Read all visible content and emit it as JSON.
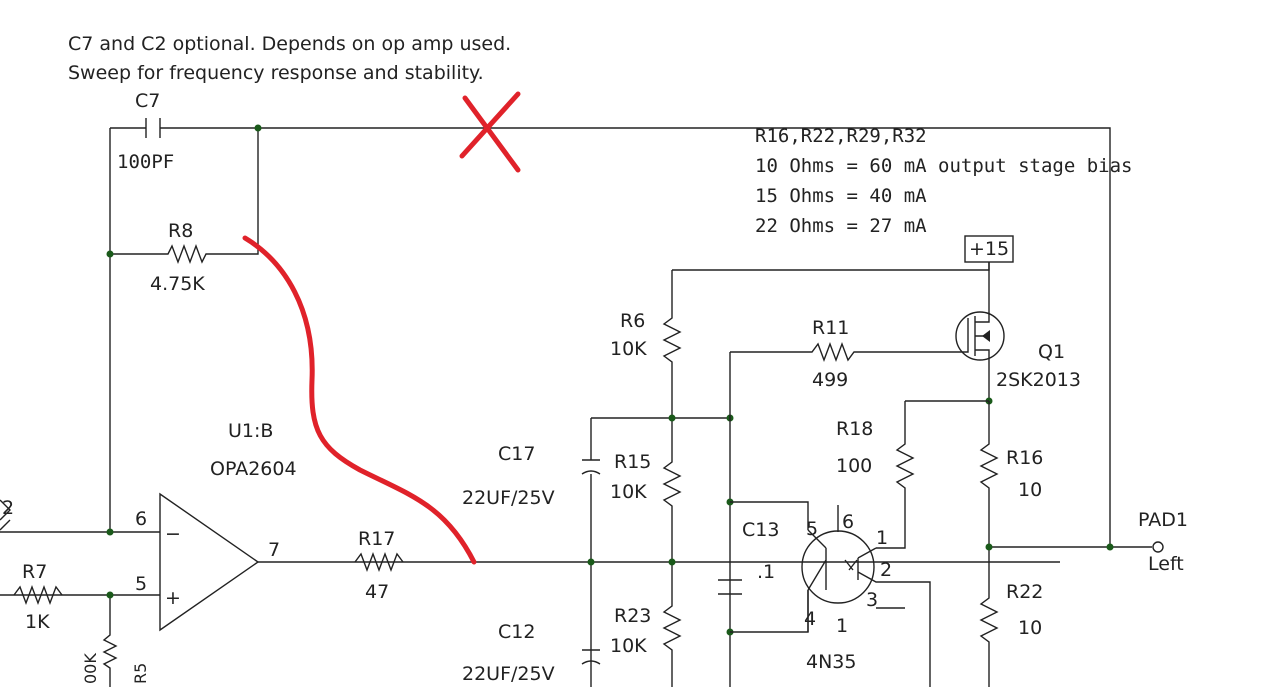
{
  "note": {
    "line1": "C7 and C2 optional. Depends on op amp used.",
    "line2": "Sweep for frequency response and stability."
  },
  "bias_note": {
    "title": "R16,R22,R29,R32",
    "line1": "10 Ohms = 60 mA output stage bias",
    "line2": "15 Ohms = 40 mA",
    "line3": "22 Ohms = 27 mA"
  },
  "supply": "+15",
  "components": {
    "c7": {
      "ref": "C7",
      "value": "100PF"
    },
    "r8": {
      "ref": "R8",
      "value": "4.75K"
    },
    "u1": {
      "ref": "U1:B",
      "value": "OPA2604",
      "pin_inv": "6",
      "pin_noninv": "5",
      "pin_out": "7",
      "minus": "−",
      "plus": "+"
    },
    "r17": {
      "ref": "R17",
      "value": "47"
    },
    "r7": {
      "ref": "R7",
      "value": "1K"
    },
    "r5": {
      "ref": "R5",
      "value": "00K"
    },
    "r2_partial": "2",
    "r6": {
      "ref": "R6",
      "value": "10K"
    },
    "r11": {
      "ref": "R11",
      "value": "499"
    },
    "q1": {
      "ref": "Q1",
      "value": "2SK2013"
    },
    "r18": {
      "ref": "R18",
      "value": "100"
    },
    "r16": {
      "ref": "R16",
      "value": "10"
    },
    "r15": {
      "ref": "R15",
      "value": "10K"
    },
    "c17": {
      "ref": "C17",
      "value": "22UF/25V"
    },
    "c13": {
      "ref": "C13",
      "value": ".1"
    },
    "opto": {
      "ref": "4N35",
      "pin1a": "1",
      "pin1b": "1",
      "pin2": "2",
      "pin3": "3",
      "pin4": "4",
      "pin5": "5",
      "pin6": "6"
    },
    "r23": {
      "ref": "R23",
      "value": "10K"
    },
    "c12": {
      "ref": "C12",
      "value": "22UF/25V"
    },
    "r22": {
      "ref": "R22",
      "value": "10"
    },
    "pad1": {
      "ref": "PAD1",
      "value": "Left"
    }
  },
  "colors": {
    "wire": "#222222",
    "node": "#1a5a1a",
    "markup": "#e0222a"
  }
}
